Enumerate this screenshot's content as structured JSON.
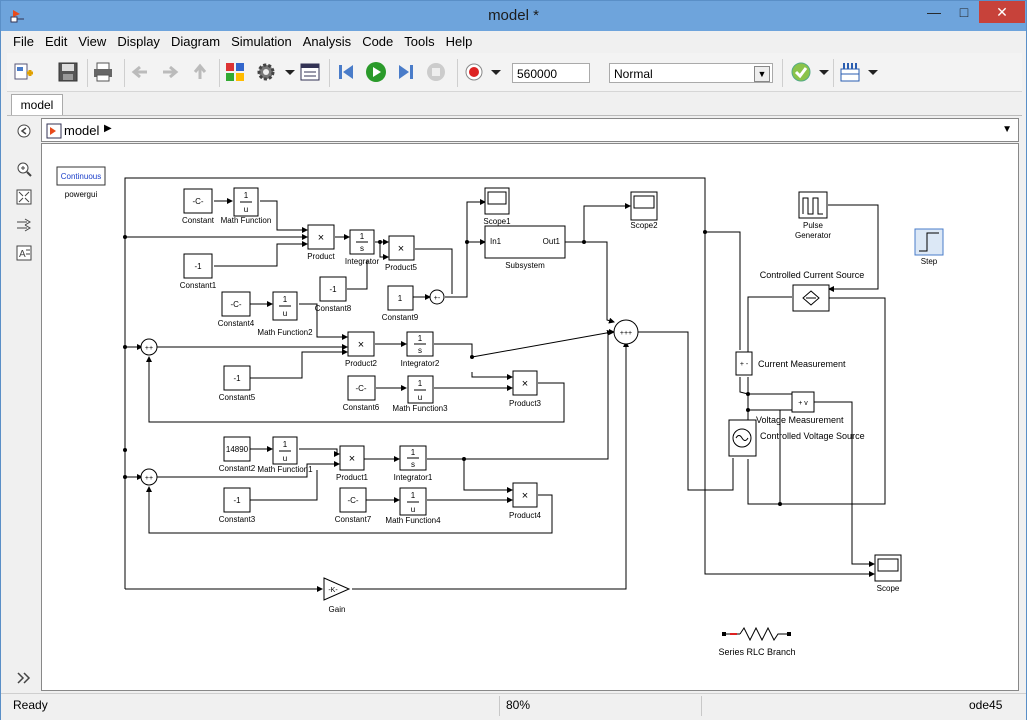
{
  "window": {
    "title": "model *"
  },
  "menu": [
    "File",
    "Edit",
    "View",
    "Display",
    "Diagram",
    "Simulation",
    "Analysis",
    "Code",
    "Tools",
    "Help"
  ],
  "toolbar": {
    "stop_time": "560000",
    "sim_mode": "Normal"
  },
  "tabs": [
    "model"
  ],
  "address": {
    "path": "model"
  },
  "status": {
    "left": "Ready",
    "zoom": "80%",
    "solver": "ode45"
  },
  "blocks": {
    "powergui": {
      "body": "Continuous",
      "label": "powergui"
    },
    "constant": {
      "body": "-C-",
      "label": "Constant"
    },
    "math_function": {
      "num": "1",
      "den": "u",
      "label": "Math Function"
    },
    "product": {
      "body": "×",
      "label": "Product"
    },
    "integrator": {
      "num": "1",
      "den": "s",
      "label": "Integrator"
    },
    "product5": {
      "body": "×",
      "label": "Product5"
    },
    "scope1": {
      "label": "Scope1"
    },
    "subsystem": {
      "in": "In1",
      "out": "Out1",
      "label": "Subsystem"
    },
    "scope2": {
      "label": "Scope2"
    },
    "constant1": {
      "body": "-1",
      "label": "Constant1"
    },
    "constant8": {
      "body": "-1",
      "label": "Constant8"
    },
    "constant9": {
      "body": "1",
      "label": "Constant9"
    },
    "constant4": {
      "body": "-C-",
      "label": "Constant4"
    },
    "math_function2": {
      "num": "1",
      "den": "u",
      "label": "Math Function2"
    },
    "product2": {
      "body": "×",
      "label": "Product2"
    },
    "integrator2": {
      "num": "1",
      "den": "s",
      "label": "Integrator2"
    },
    "constant5": {
      "body": "-1",
      "label": "Constant5"
    },
    "constant6": {
      "body": "-C-",
      "label": "Constant6"
    },
    "math_function3": {
      "num": "1",
      "den": "u",
      "label": "Math Function3"
    },
    "product3": {
      "body": "×",
      "label": "Product3"
    },
    "constant2": {
      "body": "14890",
      "label": "Constant2"
    },
    "math_function1": {
      "num": "1",
      "den": "u",
      "label": "Math Function1"
    },
    "product1": {
      "body": "×",
      "label": "Product1"
    },
    "integrator1": {
      "num": "1",
      "den": "s",
      "label": "Integrator1"
    },
    "constant3": {
      "body": "-1",
      "label": "Constant3"
    },
    "constant7": {
      "body": "-C-",
      "label": "Constant7"
    },
    "math_function4": {
      "num": "1",
      "den": "u",
      "label": "Math Function4"
    },
    "product4": {
      "body": "×",
      "label": "Product4"
    },
    "gain": {
      "body": "-K-",
      "label": "Gain"
    },
    "pulse_generator": {
      "label": "Pulse Generator"
    },
    "step": {
      "label": "Step"
    },
    "controlled_current_source": {
      "label": "Controlled Current Source"
    },
    "current_measurement": {
      "label": "Current Measurement"
    },
    "voltage_measurement": {
      "label": "Voltage Measurement"
    },
    "controlled_voltage_source": {
      "label": "Controlled Voltage Source"
    },
    "scope": {
      "label": "Scope"
    },
    "series_rlc": {
      "label": "Series RLC Branch"
    }
  }
}
